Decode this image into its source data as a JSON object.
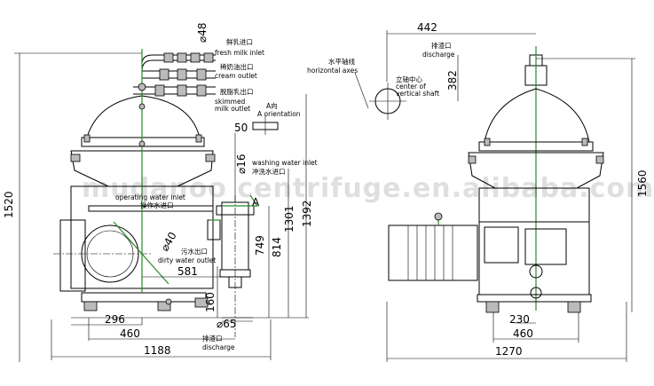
{
  "watermark": "mudanoo centrifuge.en.alibaba.com",
  "front_view": {
    "dims": {
      "d48": "⌀48",
      "d16": "⌀16",
      "d40": "⌀40",
      "d65": "⌀65",
      "h1520": "1520",
      "h1392": "1392",
      "h1301": "1301",
      "h814": "814",
      "h749": "749",
      "h160": "160",
      "w50": "50",
      "w581": "581",
      "w296": "296",
      "w460": "460",
      "w1188": "1188"
    },
    "labels": {
      "fresh_milk_cn": "鲜乳进口",
      "fresh_milk_en": "fresh milk inlet",
      "cream_cn": "稀奶油出口",
      "cream_en": "cream outlet",
      "skimmed_cn": "脱脂乳出口",
      "skimmed_en1": "skimmed",
      "skimmed_en2": "milk outlet",
      "a_dir": "A向",
      "a_orient": "A orientation",
      "wash_en": "washing water inlet",
      "wash_cn": "冲洗水进口",
      "op_en": "operating water inlet",
      "op_cn": "操作水进口",
      "dirty_cn": "污水出口",
      "dirty_en": "dirty water outlet",
      "discharge_cn": "排渣口",
      "discharge_en": "discharge",
      "a_mark": "A"
    }
  },
  "side_view": {
    "dims": {
      "w442": "442",
      "h382": "382",
      "h1560": "1560",
      "w230": "230",
      "w460": "460",
      "w1270": "1270"
    },
    "labels": {
      "discharge_cn": "排渣口",
      "discharge_en": "discharge",
      "horiz_cn": "水平轴线",
      "horiz_en": "horizontal axes",
      "vert_cn": "立轴中心",
      "vert_en1": "center of",
      "vert_en2": "vertical shaft"
    }
  }
}
